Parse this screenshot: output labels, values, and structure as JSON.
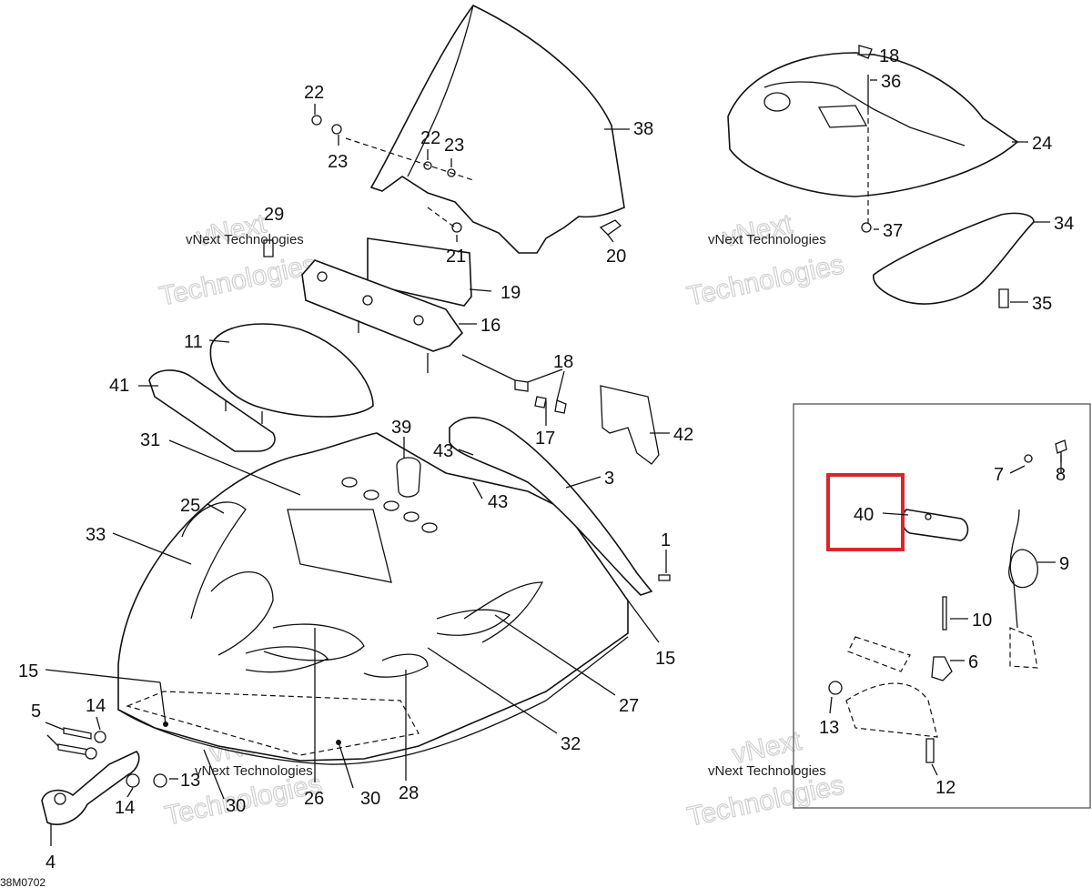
{
  "diagram_code": "38M0702",
  "watermark": {
    "company": "vNext Technologies",
    "line1": "vNext",
    "line2": "Technologies"
  },
  "highlight": {
    "part": "40",
    "color": "#d9262c"
  },
  "parts": {
    "p1": "1",
    "p3": "3",
    "p4": "4",
    "p5": "5",
    "p6": "6",
    "p7": "7",
    "p8": "8",
    "p9": "9",
    "p10": "10",
    "p11": "11",
    "p12": "12",
    "p13a": "13",
    "p13b": "13",
    "p14a": "14",
    "p14b": "14",
    "p15a": "15",
    "p15b": "15",
    "p16": "16",
    "p17": "17",
    "p18a": "18",
    "p18b": "18",
    "p19": "19",
    "p20": "20",
    "p21": "21",
    "p22a": "22",
    "p22b": "22",
    "p23a": "23",
    "p23b": "23",
    "p24": "24",
    "p25": "25",
    "p26": "26",
    "p27": "27",
    "p28": "28",
    "p29": "29",
    "p30a": "30",
    "p30b": "30",
    "p31": "31",
    "p32": "32",
    "p33": "33",
    "p34": "34",
    "p35": "35",
    "p36": "36",
    "p37": "37",
    "p38": "38",
    "p39": "39",
    "p40": "40",
    "p41": "41",
    "p42": "42",
    "p43a": "43",
    "p43b": "43"
  }
}
